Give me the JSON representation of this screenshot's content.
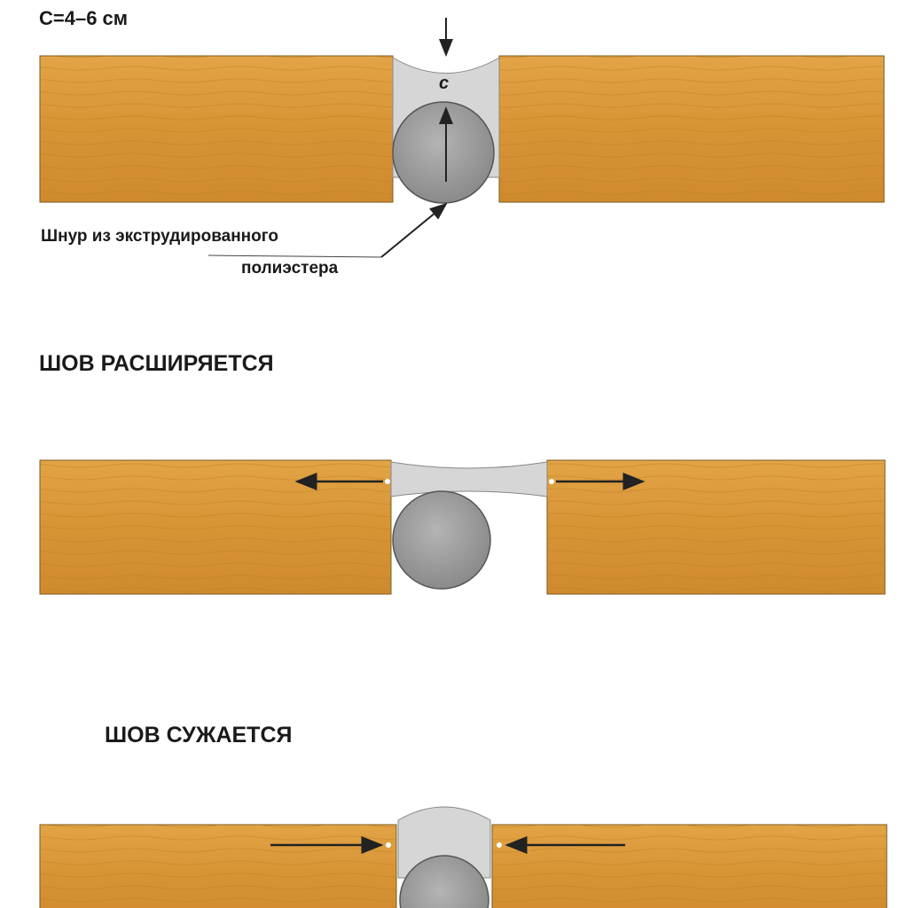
{
  "top_note": "C=4–6 см",
  "gap_label": "c",
  "cord_label_line1": "Шнур из экструдированного",
  "cord_label_line2": "полиэстера",
  "section_expanding": "ШОВ РАСШИРЯЕТСЯ",
  "section_narrowing": "ШОВ СУЖАЕТСЯ",
  "colors": {
    "wood": "#d9963a",
    "wood_dark": "#b8741f",
    "sealant": "#d6d6d6",
    "cord": "#9a9a9a"
  }
}
